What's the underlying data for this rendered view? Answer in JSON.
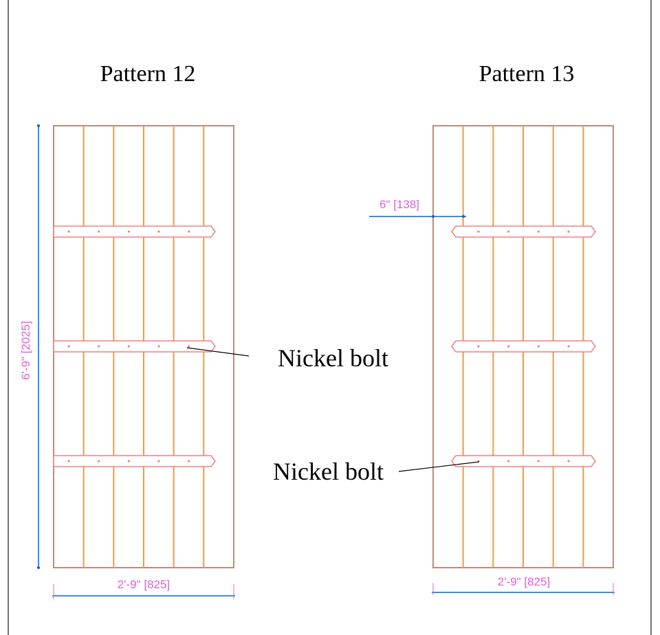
{
  "patterns": [
    {
      "title": "Pattern 12",
      "width_dim": "2'-9\" [825]",
      "height_dim": "6'-9\" [2025]",
      "boards": 6,
      "braces": 3,
      "brace_style": "one-end-pointed",
      "bolts_per_brace": 5
    },
    {
      "title": "Pattern 13",
      "width_dim": "2'-9\" [825]",
      "offset_dim": "6\" [138]",
      "boards": 6,
      "braces": 3,
      "brace_style": "both-ends-pointed",
      "bolts_per_brace": 4
    }
  ],
  "callouts": [
    "Nickel bolt",
    "Nickel bolt"
  ],
  "colors": {
    "frame": "#c08a78",
    "board": "#ee9a4a",
    "brace": "#f08080",
    "dimension_line": "#3a8cf0",
    "dimension_text": "#e060d8"
  }
}
